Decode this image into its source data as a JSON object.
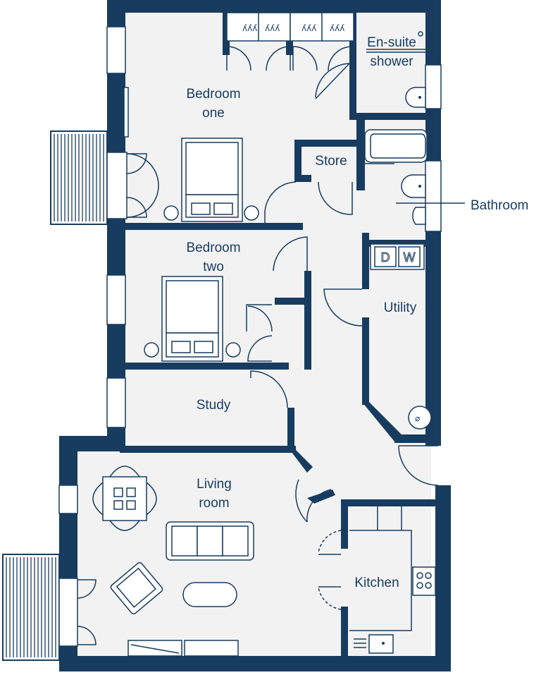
{
  "colors": {
    "wall": "#173c5f",
    "floor": "#f2f2f3",
    "background": "#ffffff"
  },
  "rooms": {
    "bedroom_one": [
      "Bedroom",
      "one"
    ],
    "ensuite": [
      "En-suite",
      "shower"
    ],
    "store": "Store",
    "bathroom": "Bathroom",
    "bedroom_two": [
      "Bedroom",
      "two"
    ],
    "utility": "Utility",
    "study": "Study",
    "living_room": [
      "Living",
      "room"
    ],
    "kitchen": "Kitchen"
  },
  "appliances": {
    "dishwasher_left": "D",
    "dishwasher_right": "W"
  }
}
